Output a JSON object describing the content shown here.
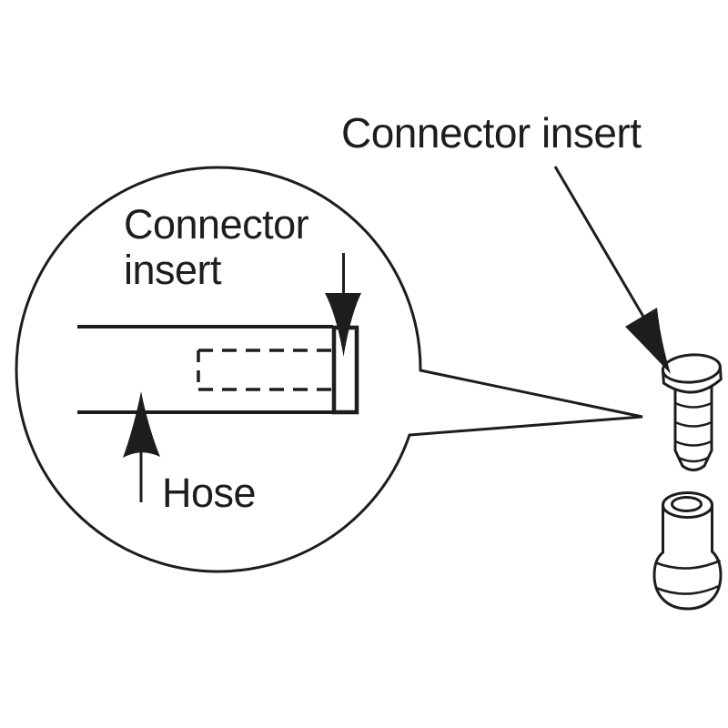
{
  "colors": {
    "background": "#ffffff",
    "ink": "#1d1d1b"
  },
  "magnified_view": {
    "insert_label_line1": "Connector",
    "insert_label_line2": "insert",
    "hose_label": "Hose"
  },
  "part_callout": {
    "label": "Connector insert"
  }
}
